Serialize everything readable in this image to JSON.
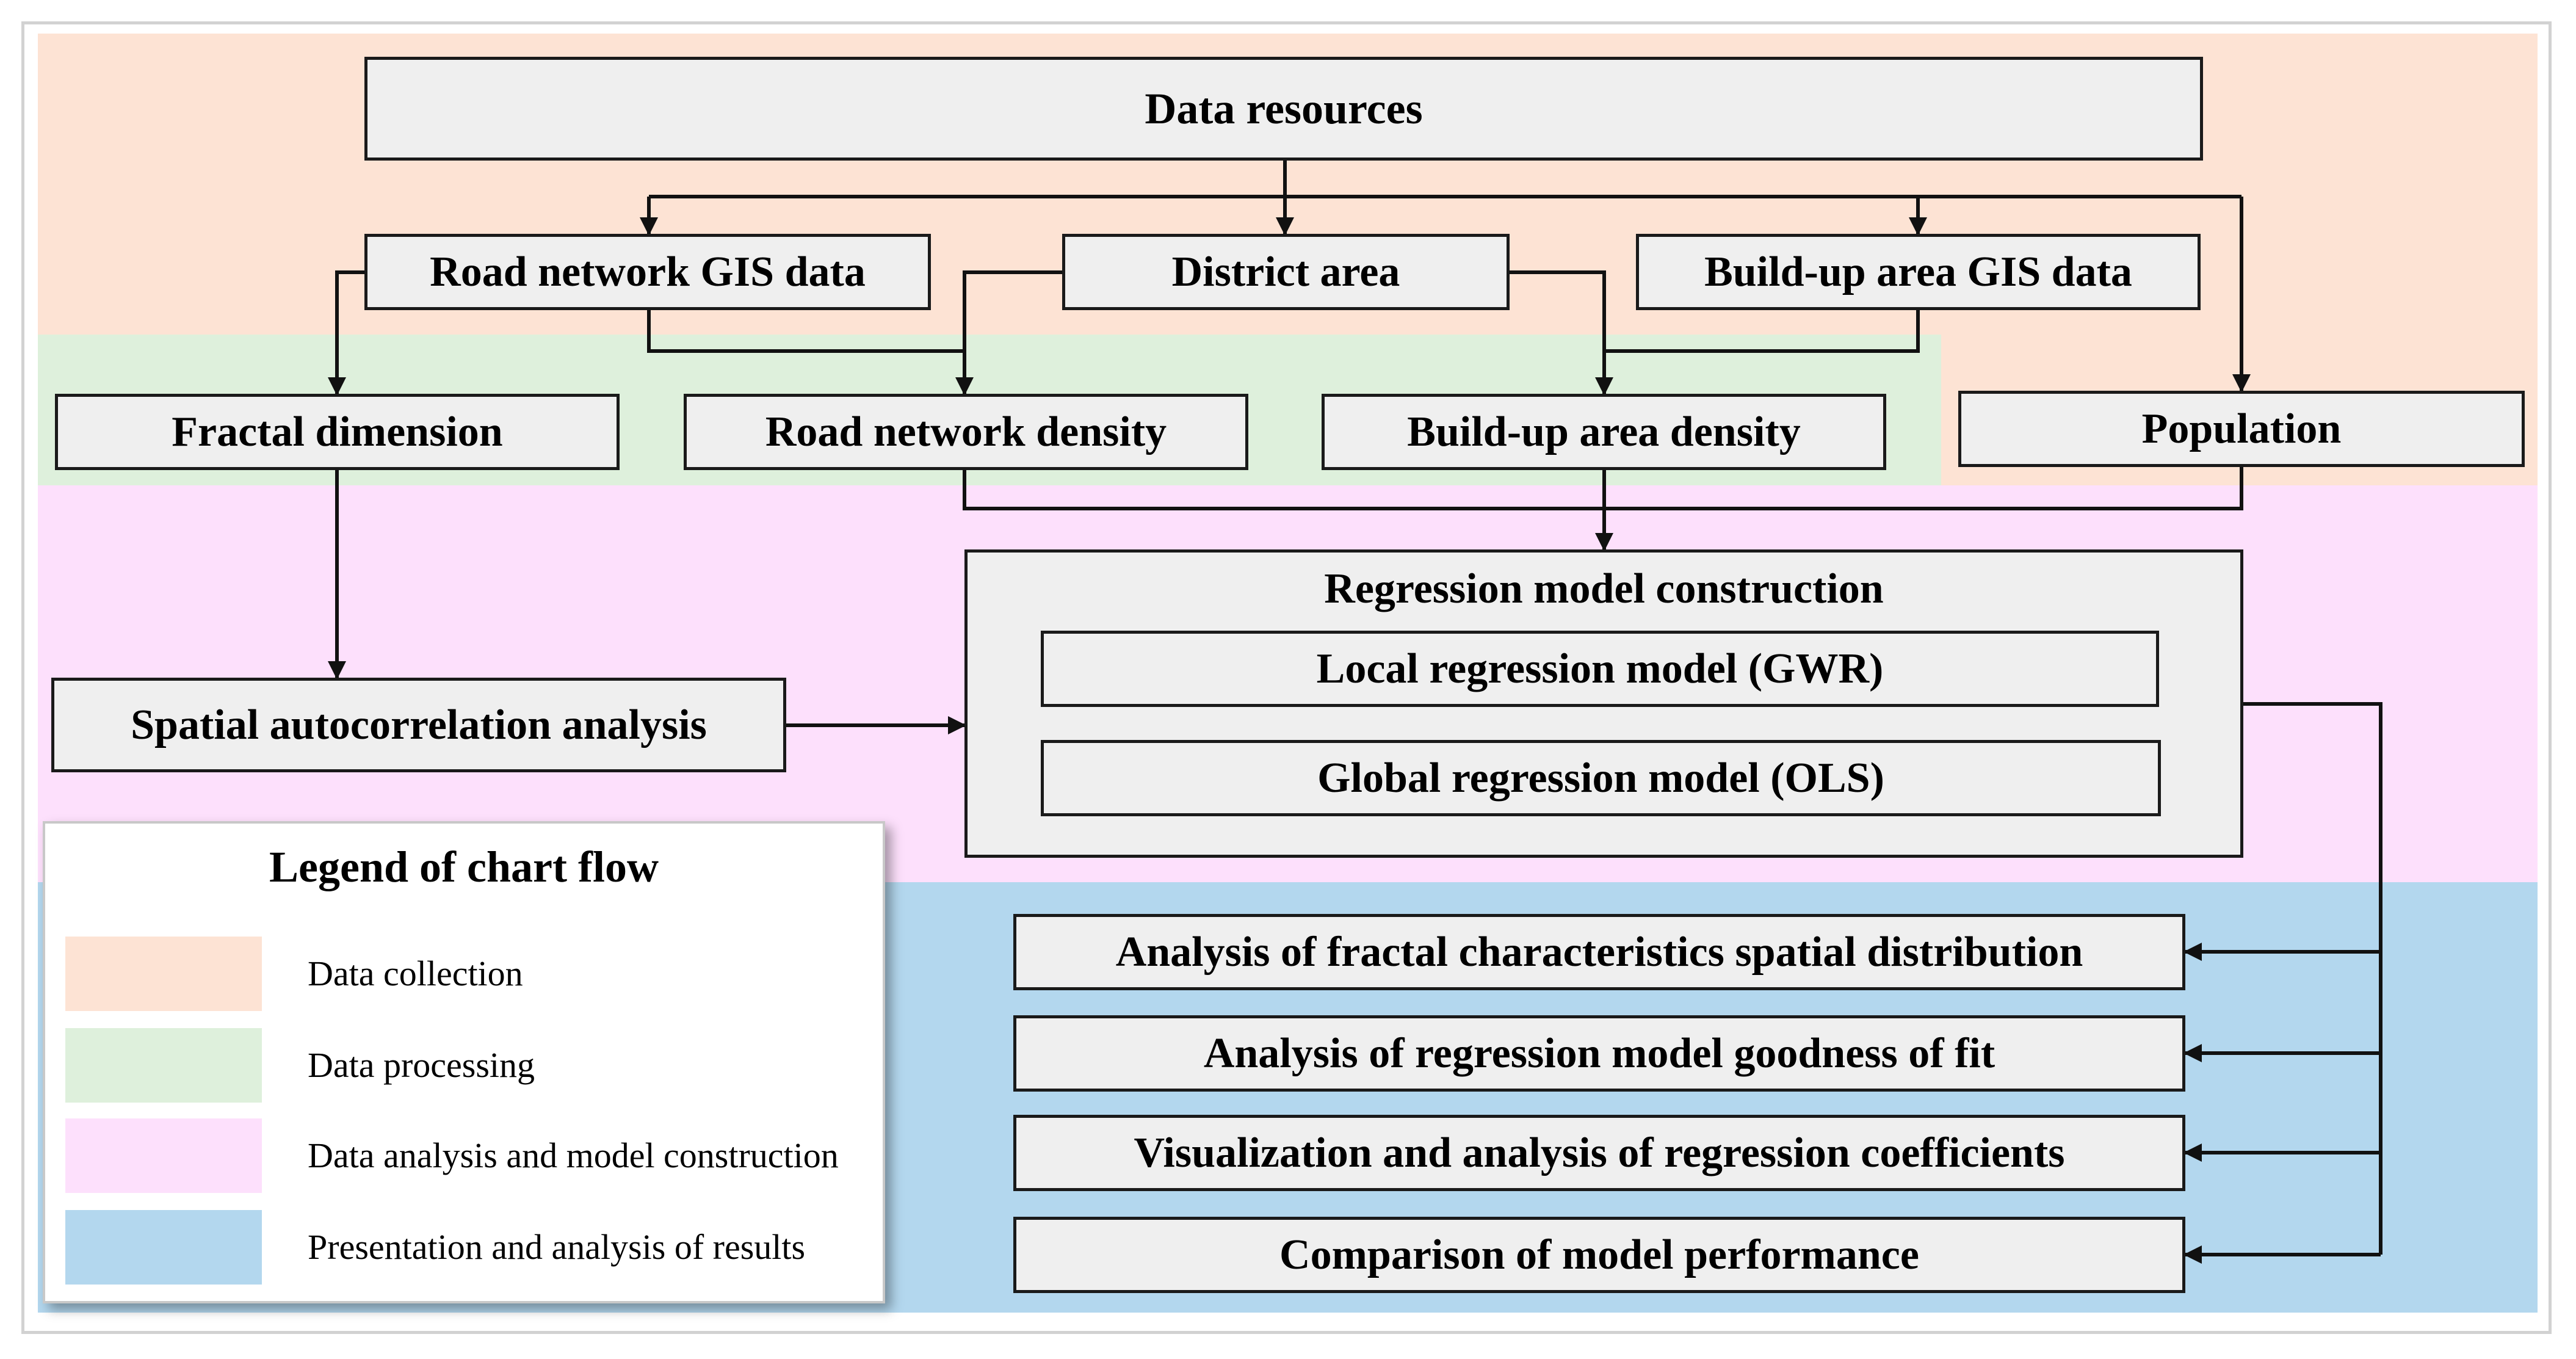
{
  "diagram": {
    "nodes": {
      "data_resources": "Data resources",
      "road_network_gis": "Road network GIS data",
      "district_area": "District area",
      "buildup_gis": "Build-up area GIS data",
      "fractal_dimension": "Fractal dimension",
      "road_network_density": "Road network density",
      "buildup_density": "Build-up area density",
      "population": "Population",
      "spatial_autocorrelation": "Spatial autocorrelation analysis",
      "regression_construction": "Regression model construction",
      "local_regression": "Local regression model (GWR)",
      "global_regression": "Global regression model (OLS)",
      "result_fractal": "Analysis of fractal characteristics spatial distribution",
      "result_goodness": "Analysis of regression model goodness of fit",
      "result_coefficients": "Visualization and analysis of regression coefficients",
      "result_comparison": "Comparison of model performance"
    },
    "stage_colors": {
      "collection": "#fde3d4",
      "processing": "#def0dc",
      "analysis": "#fde0fc",
      "results": "#b3d7ee"
    }
  },
  "legend": {
    "title": "Legend of chart flow",
    "items": [
      {
        "label": "Data collection",
        "color": "#fde3d4"
      },
      {
        "label": "Data processing",
        "color": "#def0dc"
      },
      {
        "label": "Data analysis and model construction",
        "color": "#fde0fc"
      },
      {
        "label": "Presentation and analysis of results",
        "color": "#b3d7ee"
      }
    ]
  }
}
